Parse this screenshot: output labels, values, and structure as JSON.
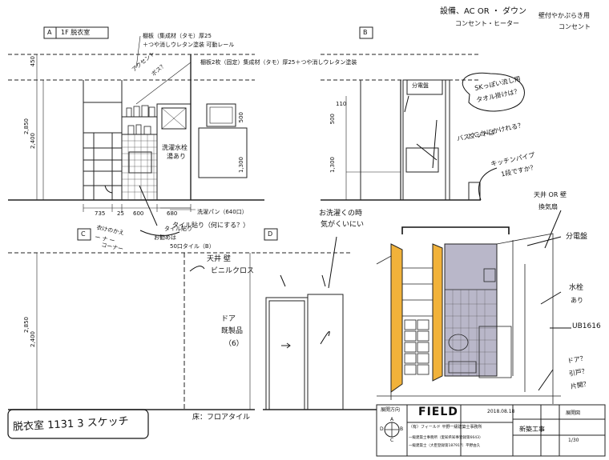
{
  "views": {
    "a": {
      "letter": "A",
      "title": "1F 脱衣室"
    },
    "b": {
      "letter": "B"
    },
    "c": {
      "letter": "C"
    },
    "d": {
      "letter": "D"
    }
  },
  "dims": {
    "h450": "450",
    "h2850": "2,850",
    "h2400": "2,400",
    "h2850b": "2,850",
    "h2400b": "2,400",
    "h500": "500",
    "h1300": "1,300",
    "h110": "110",
    "h500b": "500",
    "h1300b": "1,300",
    "w735": "735",
    "w25": "25",
    "w600": "600",
    "w680": "680"
  },
  "notes": {
    "shelf_movable": "棚板（集成材（タモ）厚25",
    "shelf_movable2": "＋つや消しウレタン塗装 可動レール",
    "shelf_fixed": "棚板2枚（固定）集成材（タモ）厚25＋つや消しウレタン塗装",
    "washer_faucet": "洗濯水栓",
    "washer_faucet2": "湯あり",
    "washer_pan": "洗濯パン（640口）",
    "tile": "タイル貼り",
    "panel": "分電盤"
  },
  "handwritten": {
    "equipment": "設備、AC OR ・ ダウン",
    "equipment2": "コンセント・ヒーター",
    "wall_light": "壁付やかぷらき用",
    "outlet": "コンセント",
    "accent": "アクセント",
    "accent2": "ボス？",
    "sk_sink": "SKっぽい流し用",
    "towel": "タオル掛けは？",
    "bath_mat": "バスマットは",
    "bath_mat2": "どこかにかけれる？",
    "kitchen_pipe": "キッチンパイプ",
    "kitchen_pipe2": "1段ですか？",
    "ceiling_wall": "天井 OR 壁",
    "vent": "換気扇",
    "panel_label": "分電盤",
    "change_corner": "衣けのかえ",
    "change_corner2": "ー ナ ー",
    "change_corner3": "コーナー",
    "what_tile": "タイル貼り（何にする？）",
    "recommend": "お勧めは",
    "recommend2": "50口タイル（B）",
    "laundry_time": "お洗濯くの時",
    "laundry_time2": "気がくいにい",
    "ceiling_wall_finish": "天井 壁",
    "vinyl_cloth": "ビニルクロス",
    "door": "ドア",
    "door2": "既製品",
    "door3": "（6）",
    "faucet": "水栓",
    "faucet2": "あり",
    "ub": "UB1616",
    "door_slip": "ドア？",
    "door_slip2": "引戸？",
    "door_slip3": "片開？",
    "floor": "床：フロアタイル",
    "sketch_title": "脱衣室 1131 3 スケッチ"
  },
  "title_block": {
    "company_logo": "FIELD",
    "company_line": "（有）フィールド 平野一級建築士事務所",
    "reg_line1": "一級建築士事務所（愛知県知事登録第6643）",
    "reg_line2": "一級建築士（大臣登録第187917）平野由久",
    "date": "2018.08.18",
    "project": "新築工事",
    "sheet_name": "展開図",
    "scale": "1/30",
    "compass_label": "展開方向",
    "compass_a": "A",
    "compass_b": "B",
    "compass_c": "C",
    "compass_d": "D"
  },
  "colors": {
    "ink": "#111111",
    "wood": "#f1b23a",
    "wall_grey": "#b9b7c9"
  }
}
